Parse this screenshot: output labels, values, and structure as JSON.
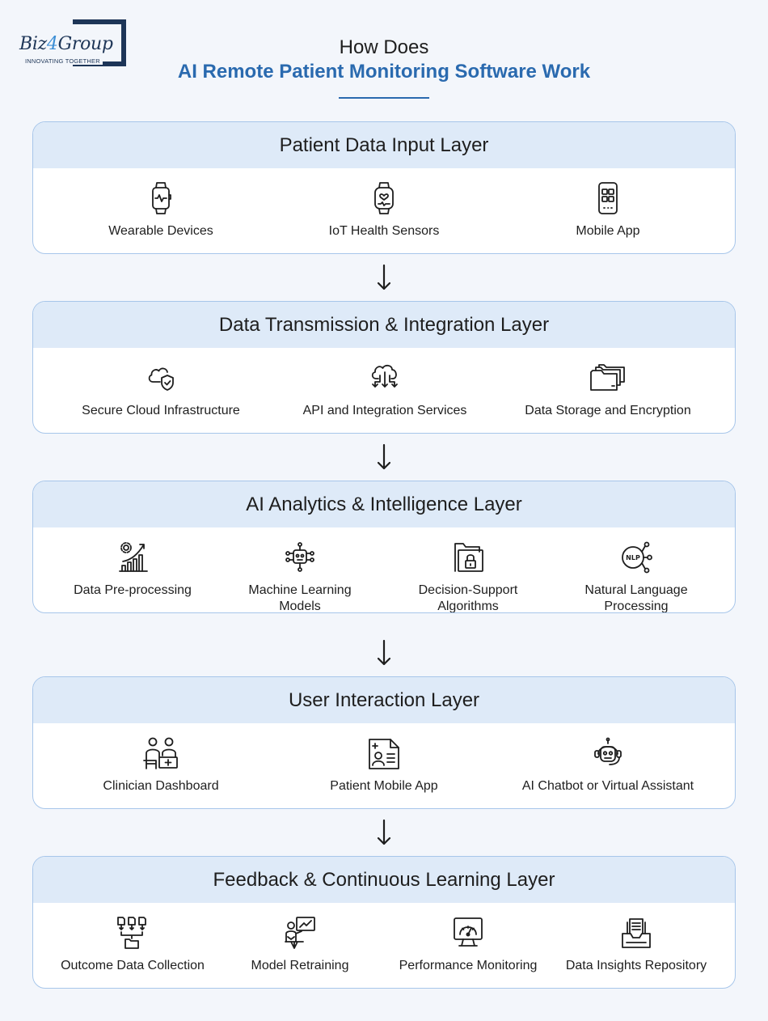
{
  "logo": {
    "name_part1": "Biz",
    "name_accent": "4",
    "name_part2": "Group",
    "tagline": "INNOVATING TOGETHER"
  },
  "heading": {
    "line1": "How Does",
    "line2": "AI Remote Patient Monitoring Software Work"
  },
  "layers": [
    {
      "title": "Patient Data Input Layer",
      "items": [
        {
          "label": "Wearable Devices",
          "icon": "smartwatch-icon"
        },
        {
          "label": "IoT Health Sensors",
          "icon": "health-tracker-icon"
        },
        {
          "label": "Mobile App",
          "icon": "mobile-phone-icon"
        }
      ]
    },
    {
      "title": "Data Transmission & Integration Layer",
      "items": [
        {
          "label": "Secure Cloud Infrastructure",
          "icon": "cloud-shield-icon"
        },
        {
          "label": "API and Integration Services",
          "icon": "cloud-network-icon"
        },
        {
          "label": "Data Storage and Encryption",
          "icon": "folders-icon"
        }
      ]
    },
    {
      "title": "AI Analytics & Intelligence Layer",
      "items": [
        {
          "label": "Data Pre-processing",
          "icon": "gear-chart-icon"
        },
        {
          "label": "Machine Learning\nModels",
          "icon": "robot-chip-icon"
        },
        {
          "label": "Decision-Support\nAlgorithms",
          "icon": "locked-folder-icon"
        },
        {
          "label": "Natural Language\nProcessing",
          "icon": "nlp-icon"
        }
      ]
    },
    {
      "title": "User Interaction Layer",
      "items": [
        {
          "label": "Clinician Dashboard",
          "icon": "clinicians-icon"
        },
        {
          "label": "Patient Mobile App",
          "icon": "patient-record-icon"
        },
        {
          "label": "AI Chatbot or Virtual Assistant",
          "icon": "chatbot-icon"
        }
      ]
    },
    {
      "title": "Feedback & Continuous Learning Layer",
      "items": [
        {
          "label": "Outcome Data Collection",
          "icon": "data-collection-icon"
        },
        {
          "label": "Model Retraining",
          "icon": "presenter-icon"
        },
        {
          "label": "Performance Monitoring",
          "icon": "gauge-monitor-icon"
        },
        {
          "label": "Data Insights Repository",
          "icon": "inbox-tray-icon"
        }
      ]
    }
  ],
  "colors": {
    "background": "#f3f6fb",
    "accent": "#2a6aaf",
    "header_band": "#deeaf8",
    "border": "#a7c6ea"
  }
}
